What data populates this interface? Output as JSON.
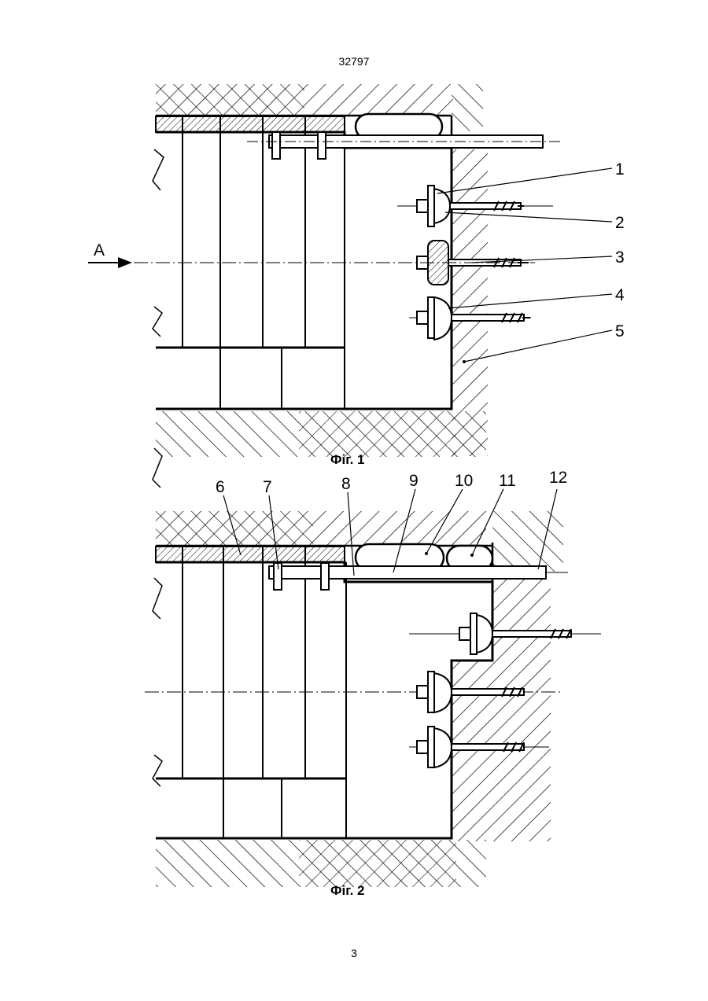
{
  "header": {
    "page_code": "32797"
  },
  "footer": {
    "page_number": "3"
  },
  "figure1": {
    "caption": "Фіг. 1",
    "view_arrow_label": "А",
    "callouts": [
      "1",
      "2",
      "3",
      "4",
      "5"
    ]
  },
  "figure2": {
    "caption": "Фіг. 2",
    "callouts": [
      "6",
      "7",
      "8",
      "9",
      "10",
      "11",
      "12"
    ]
  }
}
